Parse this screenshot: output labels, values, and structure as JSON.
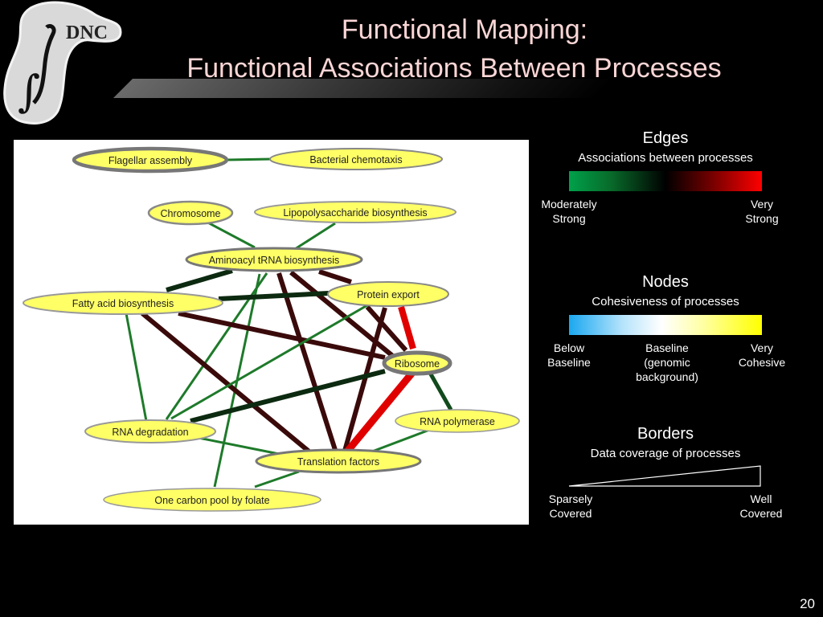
{
  "title": {
    "line1": "Functional Mapping:",
    "line2": "Functional Associations Between Processes"
  },
  "logo": {
    "text": "DNC"
  },
  "diagram": {
    "nodes": {
      "flagellar": "Flagellar assembly",
      "chemotaxis": "Bacterial chemotaxis",
      "chromosome": "Chromosome",
      "lipopoly": "Lipopolysaccharide biosynthesis",
      "aminoacyl": "Aminoacyl tRNA biosynthesis",
      "fatty": "Fatty acid biosynthesis",
      "protein": "Protein export",
      "ribosome": "Ribosome",
      "rnapol": "RNA polymerase",
      "rnadeg": "RNA degradation",
      "translation": "Translation factors",
      "onecarbon": "One carbon pool by folate"
    }
  },
  "legend": {
    "edges": {
      "heading": "Edges",
      "subheading": "Associations between processes",
      "left_line1": "Moderately",
      "left_line2": "Strong",
      "right_line1": "Very",
      "right_line2": "Strong"
    },
    "nodes": {
      "heading": "Nodes",
      "subheading": "Cohesiveness of processes",
      "left_line1": "Below",
      "left_line2": "Baseline",
      "mid_line1": "Baseline",
      "mid_line2": "(genomic",
      "mid_line3": "background)",
      "right_line1": "Very",
      "right_line2": "Cohesive"
    },
    "borders": {
      "heading": "Borders",
      "subheading": "Data coverage of processes",
      "left_line1": "Sparsely",
      "left_line2": "Covered",
      "right_line1": "Well",
      "right_line2": "Covered"
    }
  },
  "colors": {
    "edge_green": "#1e7a2a",
    "edge_dark": "#0c2a10",
    "edge_maroon": "#3a0a0a",
    "edge_red": "#e00000",
    "node_fill": "#ffff66",
    "node_border": "#777777"
  },
  "page_number": "20"
}
